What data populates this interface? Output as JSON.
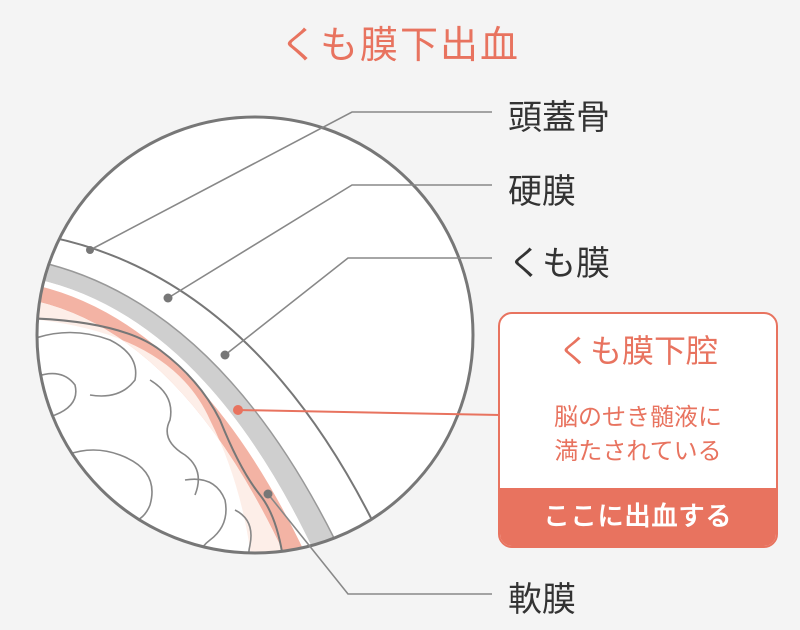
{
  "title": "くも膜下出血",
  "labels": {
    "skull": "頭蓋骨",
    "dura": "硬膜",
    "arachnoid": "くも膜",
    "pia": "軟膜"
  },
  "callout": {
    "title": "くも膜下腔",
    "desc_line1": "脳のせき髄液に",
    "desc_line2": "満たされている",
    "footer": "ここに出血する"
  },
  "colors": {
    "accent": "#e8735f",
    "arachnoid_layer": "#f3b3a4",
    "subarachnoid_space": "#fdeee8",
    "dura_layer": "#cfcfcf",
    "outline": "#777777",
    "text": "#333333"
  }
}
